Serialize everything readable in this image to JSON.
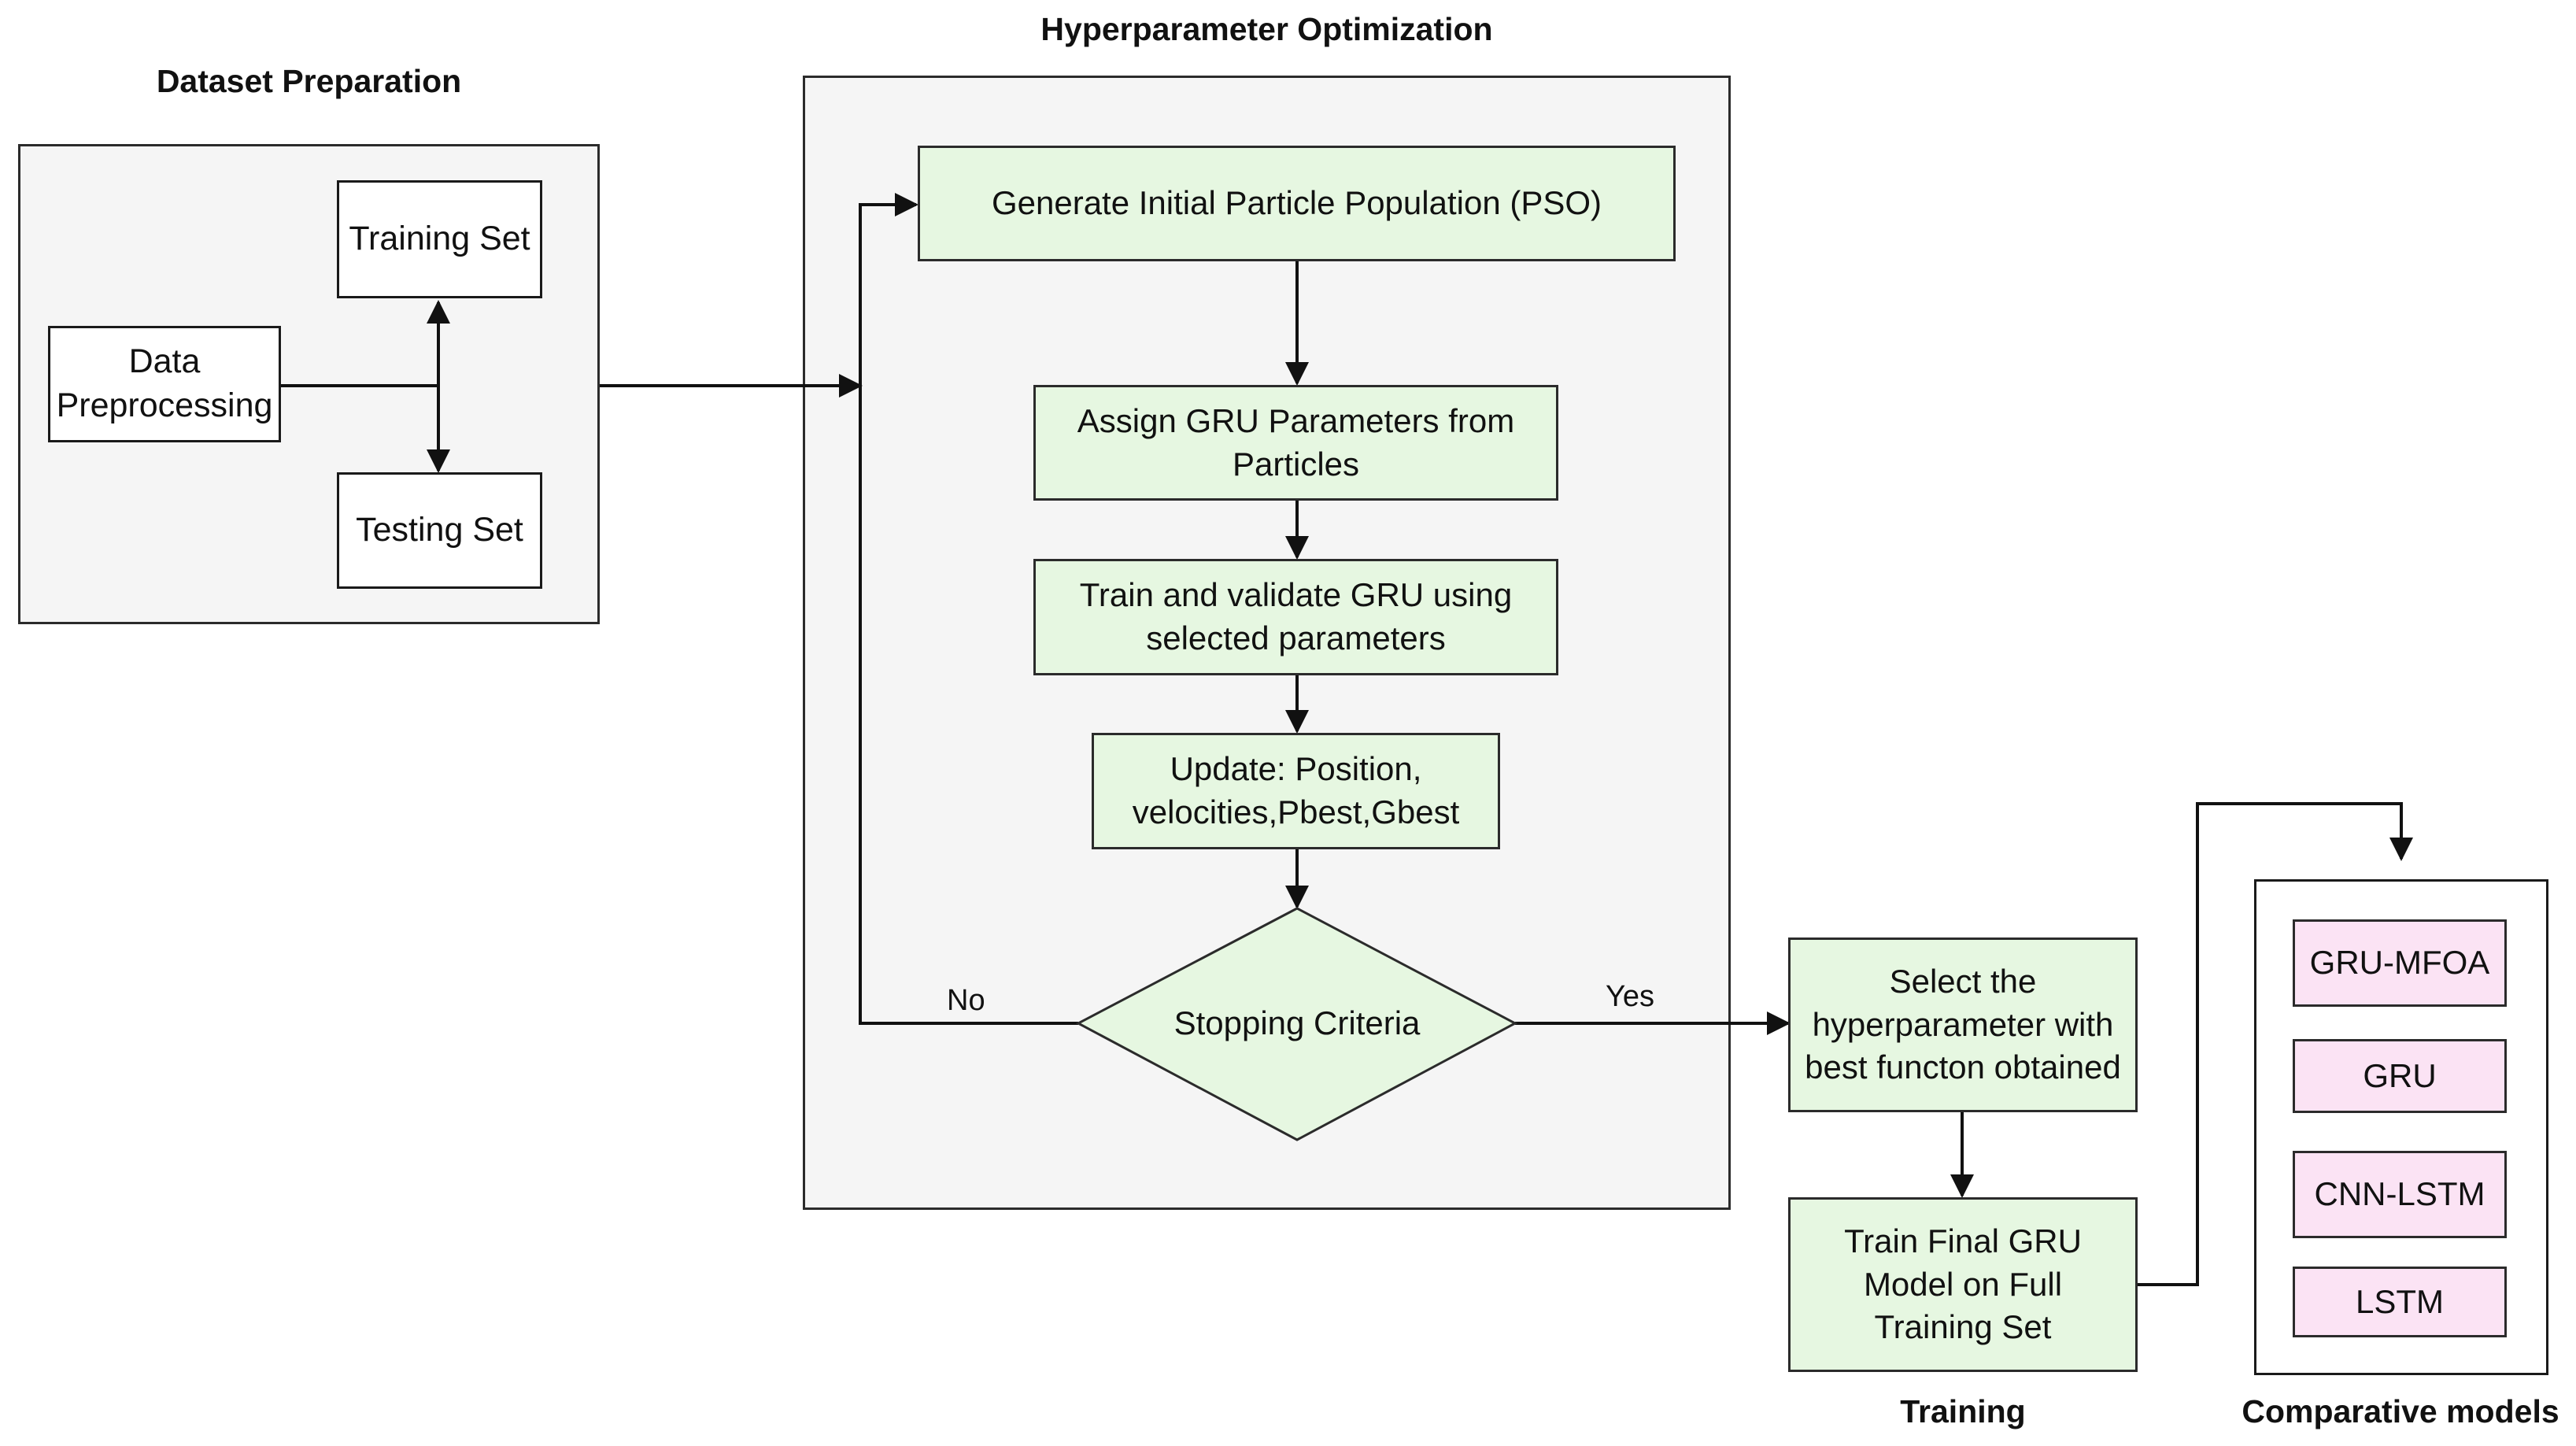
{
  "colors": {
    "process_fill": "#e6f7e1",
    "model_fill": "#fbe3f4",
    "container_fill": "#f5f5f5",
    "stroke": "#1a1a1a"
  },
  "sections": {
    "dataset_preparation": "Dataset Preparation",
    "hyperparameter_optimization": "Hyperparameter Optimization",
    "training": "Training",
    "comparative_models": "Comparative models"
  },
  "nodes": {
    "data_preprocessing": "Data Preprocessing",
    "training_set": "Training Set",
    "testing_set": "Testing Set",
    "generate_population": "Generate Initial Particle Population (PSO)",
    "assign_params": "Assign GRU Parameters from Particles",
    "train_validate": "Train and validate GRU using selected parameters",
    "update": "Update: Position, velocities,Pbest,Gbest",
    "stopping_criteria": "Stopping Criteria",
    "select_hyperparameter": "Select the hyperparameter with best functon obtained",
    "train_final": "Train Final GRU Model on Full Training Set"
  },
  "edge_labels": {
    "no": "No",
    "yes": "Yes"
  },
  "models": [
    "GRU-MFOA",
    "GRU",
    "CNN-LSTM",
    "LSTM"
  ]
}
